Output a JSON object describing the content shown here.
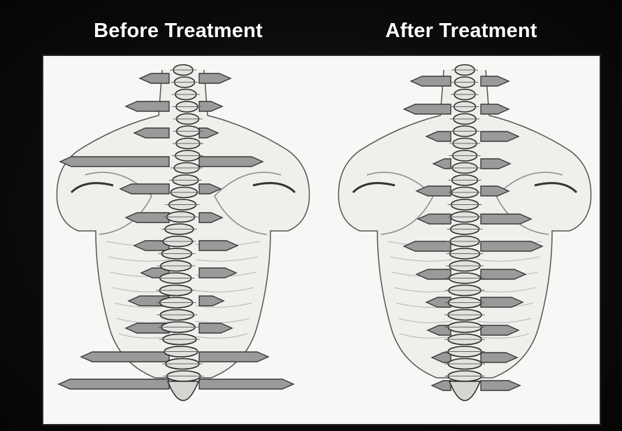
{
  "titles": {
    "before": "Before Treatment",
    "after": "After Treatment"
  },
  "colors": {
    "background": "#0d0d0d",
    "panel": "#f7f7f5",
    "arrow_fill": "#9a9a9a",
    "arrow_stroke": "#3a3a3a",
    "bone": "#e2e2df",
    "bone_outline": "#2b2b2b",
    "muscle_line": "#8a8a8a"
  },
  "icons": [
    "spine-illustration",
    "torso-illustration",
    "arrow-left-icon",
    "arrow-right-icon"
  ]
}
